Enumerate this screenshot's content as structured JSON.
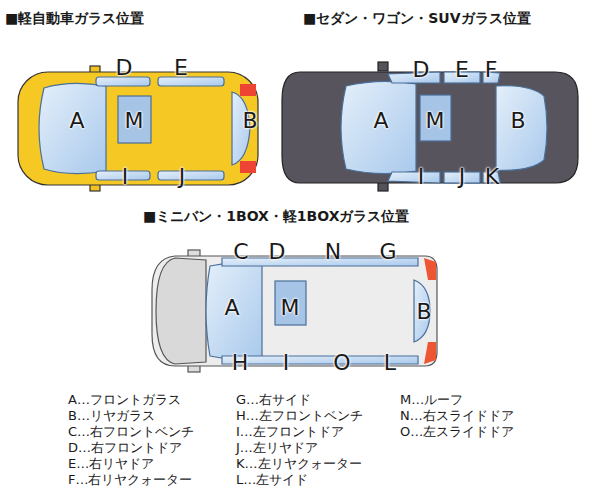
{
  "diagram": {
    "labels": [
      "■軽自動車ガラス位置",
      "D",
      "E",
      "A",
      "M",
      "B",
      "I",
      "J",
      "■セダン・ワゴン・SUVガラス位置",
      "D",
      "E",
      "F",
      "A",
      "M",
      "B",
      "I",
      "J",
      "K",
      "■ミニバン・1BOX・軽1BOXガラス位置",
      "C",
      "D",
      "N",
      "G",
      "A",
      "M",
      "B",
      "H",
      "I",
      "O",
      "L",
      "A…フロントガラス",
      "B…リヤガラス",
      "C…右フロントベンチ",
      "D…右フロントドア",
      "E…右リヤドア",
      "F…右リヤクォーター",
      "G…右サイド",
      "H…左フロントベンチ",
      "I…左フロントドア",
      "J…左リヤドア",
      "K…左リヤクォーター",
      "L…左サイド",
      "M…ルーフ",
      "N…右スライドドア",
      "O…左スライドドア"
    ]
  }
}
